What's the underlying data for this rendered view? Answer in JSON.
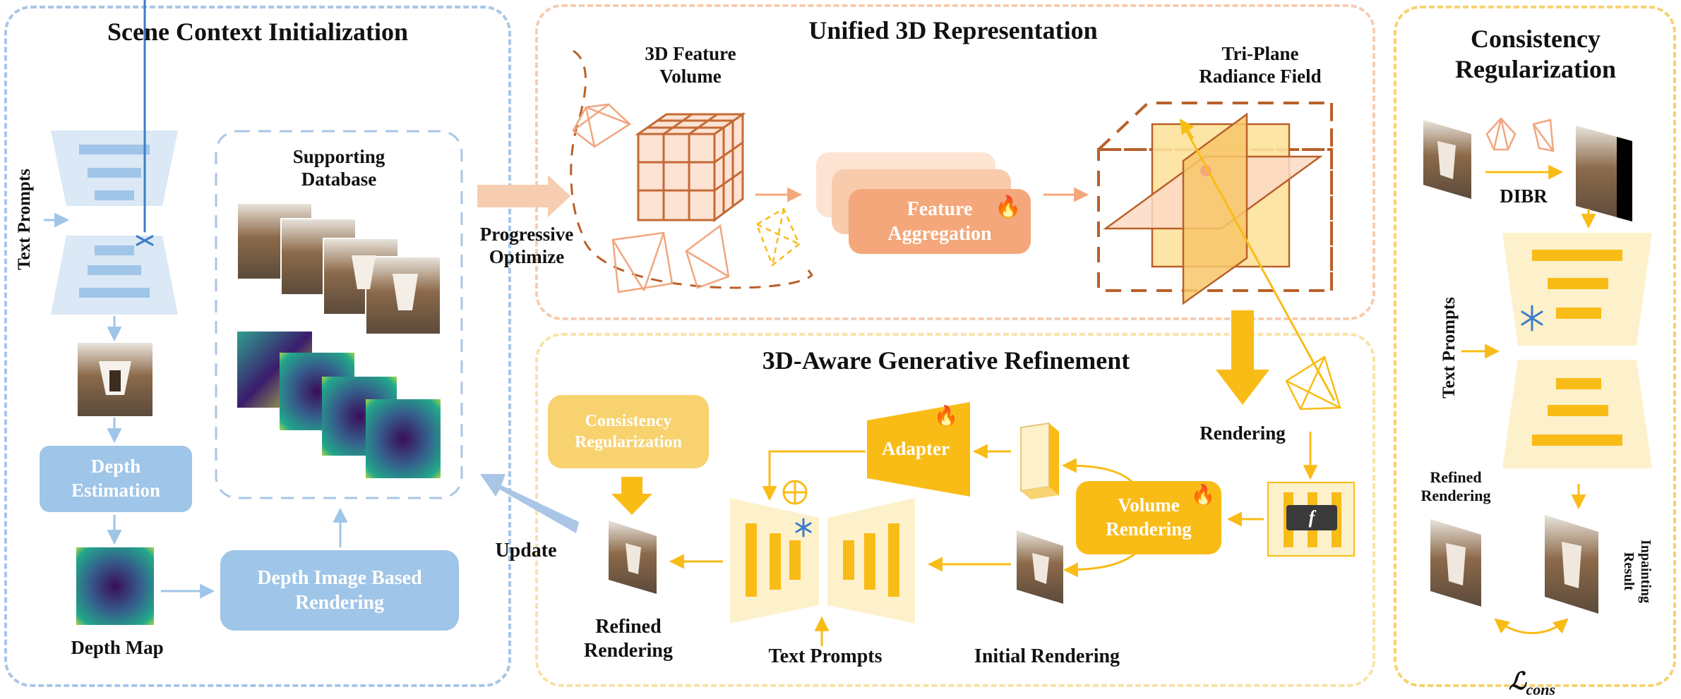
{
  "panels": {
    "scene_context": {
      "title": "Scene Context Initialization"
    },
    "unified_3d": {
      "title": "Unified 3D Representation"
    },
    "refinement": {
      "title": "3D-Aware Generative Refinement"
    },
    "consistency": {
      "title": "Consistency\nRegularization"
    }
  },
  "scene": {
    "text_prompts": "Text Prompts",
    "supporting_db": "Supporting\nDatabase",
    "depth_estimation": "Depth\nEstimation",
    "depth_map": "Depth Map",
    "dibr": "Depth Image Based\nRendering"
  },
  "unified": {
    "feature_volume": "3D Feature\nVolume",
    "feature_aggregation": "Feature\nAggregation",
    "triplane": "Tri-Plane\nRadiance Field",
    "progressive": "Progressive\nOptimize"
  },
  "refine": {
    "consistency_block": "Consistency\nRegularization",
    "adapter": "Adapter",
    "volume_rendering": "Volume\nRendering",
    "rendering": "Rendering",
    "update": "Update",
    "refined_rendering": "Refined\nRendering",
    "text_prompts": "Text Prompts",
    "initial_rendering": "Initial Rendering",
    "mlp_symbol": "f",
    "oplus": "⊕"
  },
  "consistency": {
    "dibr": "DIBR",
    "text_prompts": "Text Prompts",
    "refined_rendering": "Refined\nRendering",
    "inpainting_result": "Inpainting\nResult",
    "loss": "ℒ",
    "loss_sub": "cons"
  },
  "colors": {
    "blue_border": "#a9c6e6",
    "blue_block": "#9fc5e8",
    "orange_border": "#f6cdb0",
    "orange_block": "#f4a77a",
    "yellow_border": "#f7dc8c",
    "yellow_block": "#f9bc17",
    "brown": "#b9602a",
    "yellow_light": "#fdf1cc"
  },
  "icons": [
    "snowflake-icon",
    "flame-icon",
    "camera-frustum-icon"
  ]
}
